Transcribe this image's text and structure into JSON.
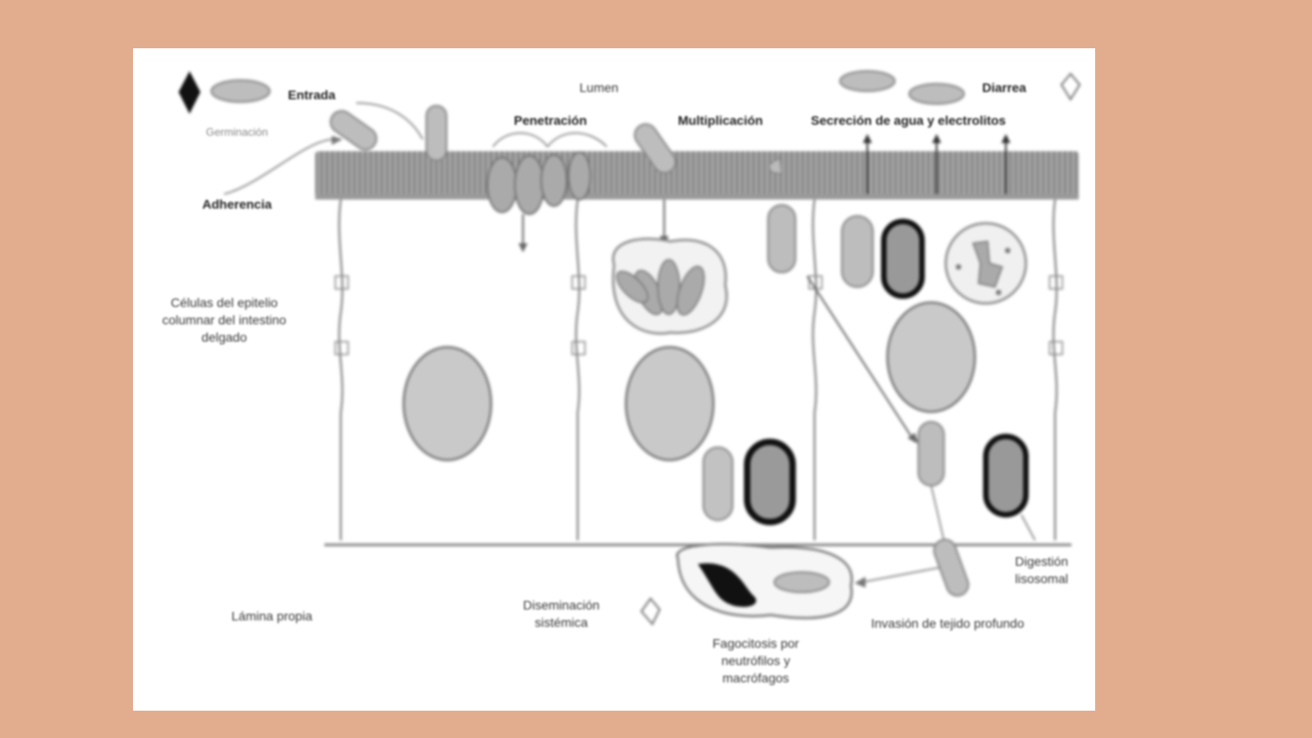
{
  "diagram": {
    "labels": {
      "lumen": "Lumen",
      "entrada": "Entrada",
      "germinacion": "Germinación",
      "adherencia": "Adherencia",
      "penetracion": "Penetración",
      "multiplicacion": "Multiplicación",
      "secrecion": "Secreción de agua y electrolitos",
      "diarrea": "Diarrea",
      "celulas_line1": "Células del epitelio",
      "celulas_line2": "columnar del intestino",
      "celulas_line3": "delgado",
      "lamina": "Lámina propia",
      "diseminacion_line1": "Diseminación",
      "diseminacion_line2": "sistémica",
      "fagocitosis_line1": "Fagocitosis por",
      "fagocitosis_line2": "neutrófilos y",
      "fagocitosis_line3": "macrófagos",
      "digestion_line1": "Digestión",
      "digestion_line2": "lisosomal",
      "invasion": "Invasión de tejido profundo"
    },
    "colors": {
      "background": "#e2ad8e",
      "panel": "#ffffff",
      "cell_fill": "#cccccc",
      "stroke": "#6e6e6e",
      "dark": "#111111"
    }
  }
}
